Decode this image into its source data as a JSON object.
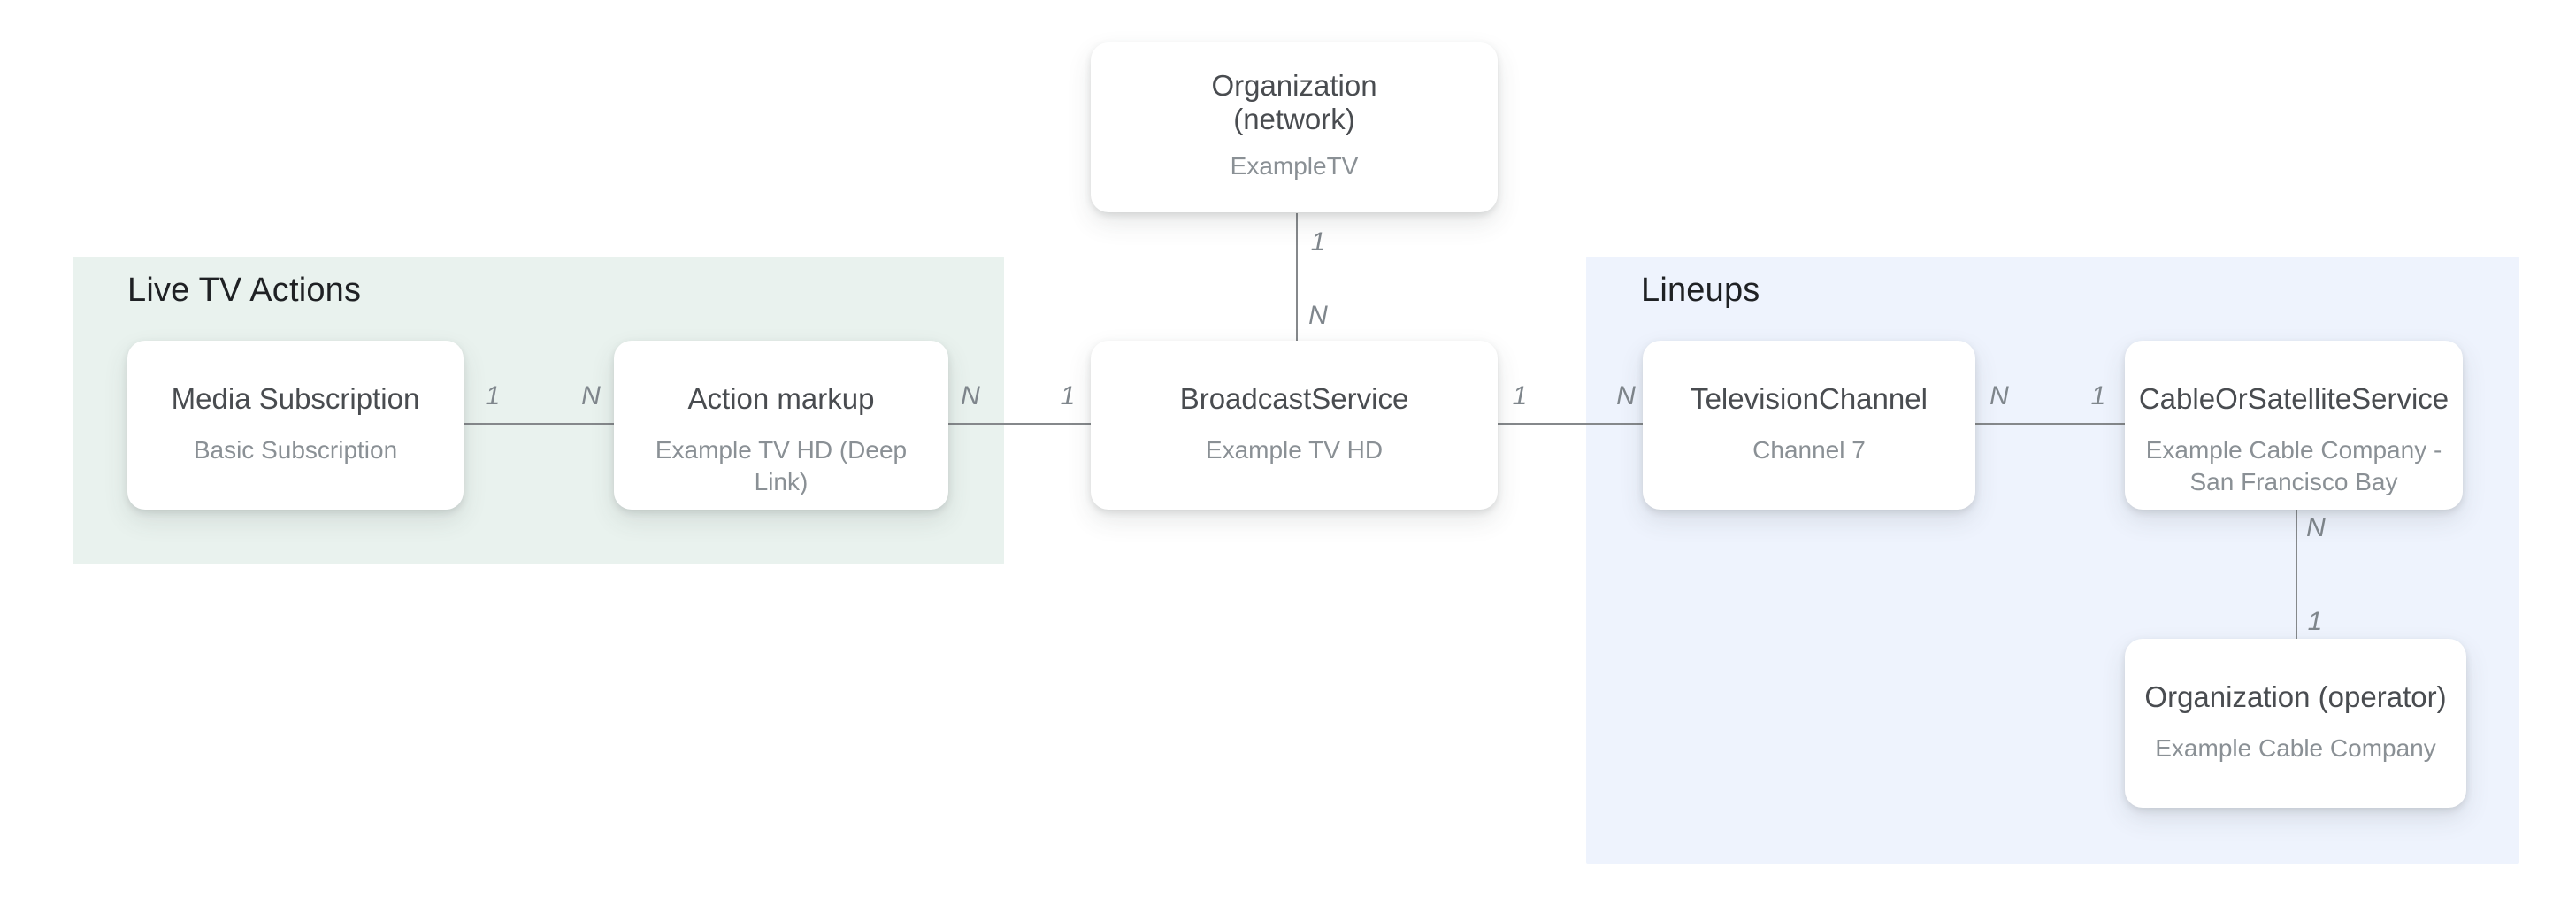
{
  "diagram": {
    "sections": {
      "live_tv_actions": {
        "title": "Live TV Actions"
      },
      "lineups": {
        "title": "Lineups"
      }
    },
    "nodes": {
      "org_network": {
        "title": "Organization\n(network)",
        "subtitle": "ExampleTV"
      },
      "media_subscription": {
        "title": "Media Subscription",
        "subtitle": "Basic Subscription"
      },
      "action_markup": {
        "title": "Action markup",
        "subtitle": "Example TV HD (Deep Link)"
      },
      "broadcast_service": {
        "title": "BroadcastService",
        "subtitle": "Example TV HD"
      },
      "television_channel": {
        "title": "TelevisionChannel",
        "subtitle": "Channel 7"
      },
      "cable_or_satellite_service": {
        "title": "CableOrSatelliteService",
        "subtitle": "Example Cable Company -\nSan Francisco Bay"
      },
      "org_operator": {
        "title": "Organization (operator)",
        "subtitle": "Example Cable Company"
      }
    },
    "edges": {
      "network_to_broadcast": {
        "from_label": "1",
        "to_label": "N"
      },
      "media_to_action": {
        "from_label": "1",
        "to_label": "N"
      },
      "action_to_broadcast": {
        "from_label": "N",
        "to_label": "1"
      },
      "broadcast_to_channel": {
        "from_label": "1",
        "to_label": "N"
      },
      "channel_to_cable": {
        "from_label": "N",
        "to_label": "1"
      },
      "cable_to_operator": {
        "from_label": "N",
        "to_label": "1"
      }
    },
    "colors": {
      "live_tv_actions_bg": "#e9f2ee",
      "lineups_bg": "#eef3fd",
      "card_bg": "#ffffff",
      "section_title_text": "#1f2124",
      "title_text": "#494c50",
      "subtitle_text": "#8a9095",
      "line": "#85888b",
      "cardinality_text": "#7f868c"
    }
  }
}
